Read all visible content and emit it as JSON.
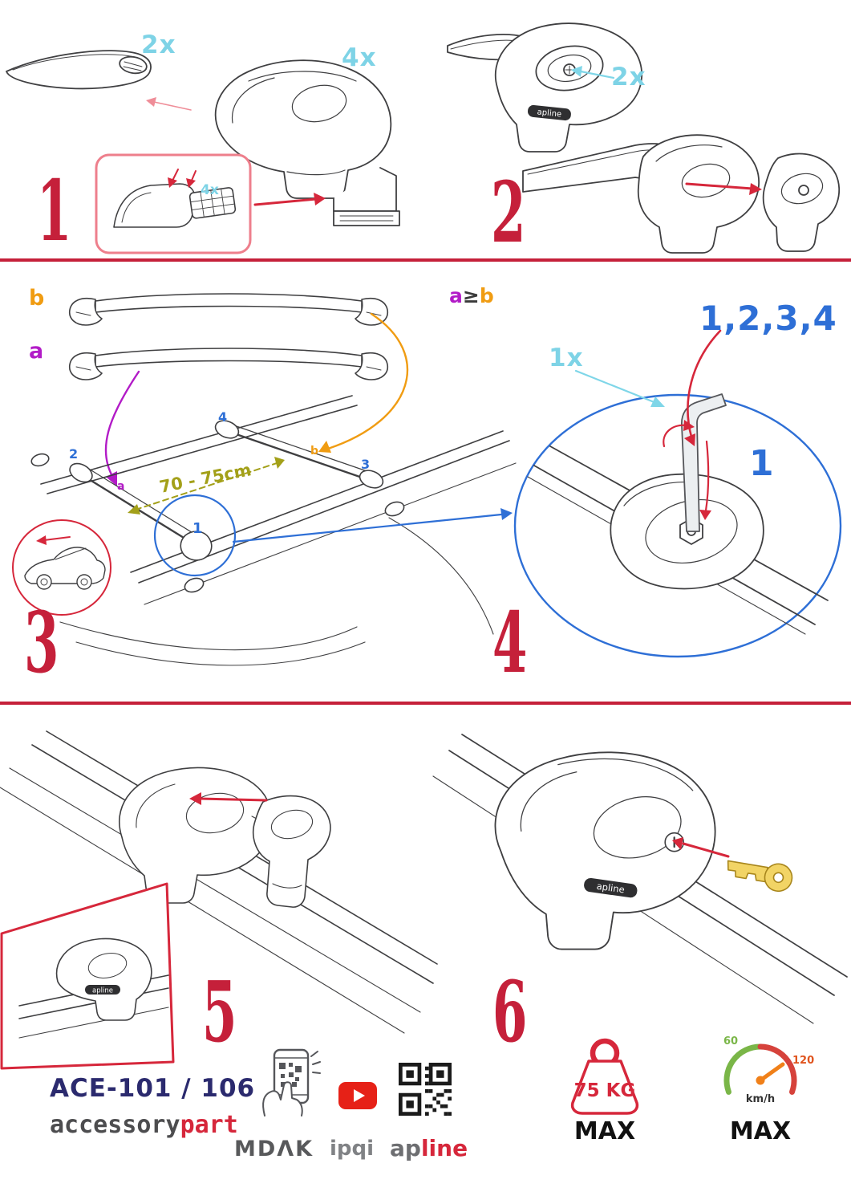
{
  "step1": {
    "number": "1",
    "bar_qty": "2x",
    "foot_qty": "4x",
    "inset_qty": "4x"
  },
  "step2": {
    "number": "2",
    "qty": "2x",
    "foot_brand": "apline"
  },
  "step3": {
    "number": "3",
    "bar_label_a": "a",
    "bar_label_b": "b",
    "roof_label_a": "a",
    "roof_label_b": "b",
    "pos_1": "1",
    "pos_2": "2",
    "pos_3": "3",
    "pos_4": "4",
    "distance": "70 - 75cm"
  },
  "step4": {
    "number": "4",
    "cond_a": "a",
    "cond_op": "≥",
    "cond_b": "b",
    "sequence": "1,2,3,4",
    "qty": "1x",
    "first_pos": "1"
  },
  "step5": {
    "number": "5",
    "foot_brand": "apline"
  },
  "step6": {
    "number": "6",
    "foot_brand": "apline"
  },
  "footer": {
    "model": "ACE-101 / 106",
    "brand_gray": "accessory",
    "brand_red": "part",
    "partner_mdak": "MDΛK",
    "partner_ipqi": "ipqi",
    "apline_gray": "ap",
    "apline_red": "line",
    "weight": "75 KG",
    "weight_max": "MAX",
    "speed_low": "60",
    "speed_high": "120",
    "speed_unit": "km/h",
    "speed_max": "MAX"
  },
  "colors": {
    "accent_red": "#d6273b",
    "step_number_red": "#c5203a",
    "qty_cyan": "#7ed3e6",
    "position_blue": "#2e6fd6",
    "label_a_purple": "#b21bc7",
    "label_b_orange": "#f09c12",
    "distance_olive": "#a3a019",
    "model_navy": "#2b2a6e",
    "brand_gray": "#58595b",
    "speed_green": "#7ab648",
    "speed_red": "#e0541e",
    "youtube_red": "#e62117"
  },
  "icons": {
    "phone_scan": "phone-qr-scan-icon",
    "youtube": "youtube-play-icon",
    "qr": "qr-code",
    "weight": "weight-max-icon",
    "speedometer": "speed-gauge-icon",
    "allen_key": "hex-key-icon",
    "key": "lock-key-icon"
  }
}
